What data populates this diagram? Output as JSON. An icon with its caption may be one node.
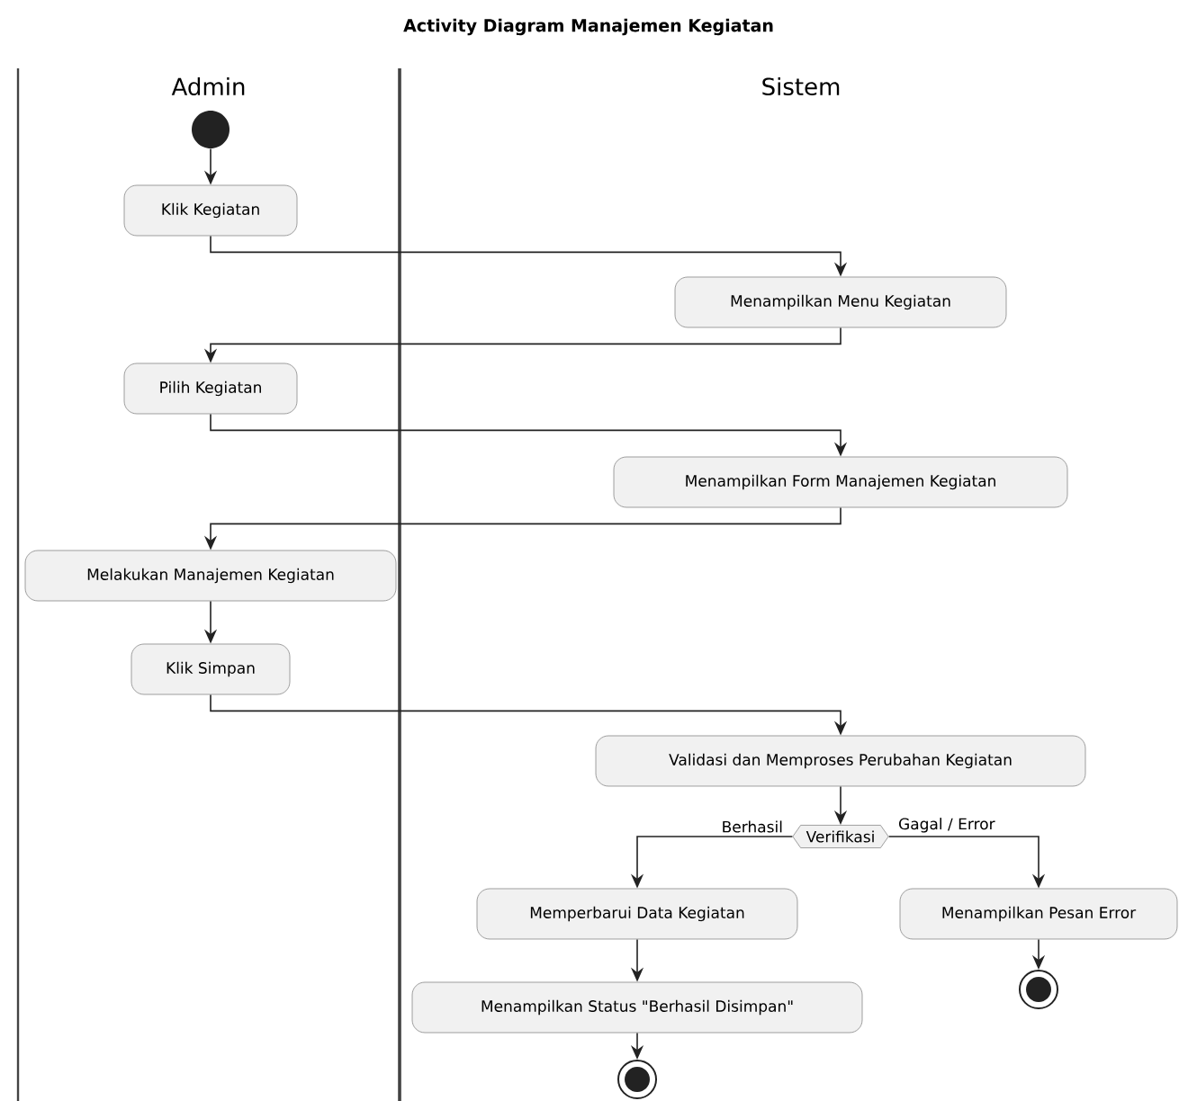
{
  "diagram": {
    "title": "Activity Diagram Manajemen Kegiatan",
    "nodes": [
      {
        "text": [],
        "shape": "circle"
      },
      {
        "text": [
          "Klik Kegiatan"
        ]
      },
      {
        "text": [
          "Menampilkan Menu Kegiatan"
        ]
      },
      {
        "text": [
          "Pilih Kegiatan"
        ]
      },
      {
        "text": [
          "Menampilkan Form Manajemen Kegiatan"
        ]
      },
      {
        "text": [
          "Melakukan Manajemen Kegiatan"
        ]
      },
      {
        "text": [
          "Klik Simpan"
        ]
      },
      {
        "text": [
          "Validasi dan Memproses Perubahan Kegiatan"
        ]
      },
      {
        "text": [
          "Verifikasi"
        ]
      },
      {
        "text": [
          "Memperbarui Data Kegiatan"
        ]
      },
      {
        "text": [
          "Menampilkan Pesan Error"
        ]
      },
      {
        "text": [
          "Menampilkan Status \"Berhasil Disimpan\""
        ]
      },
      {
        "text": [],
        "shape": "circle"
      },
      {
        "text": [],
        "shape": "circle"
      }
    ],
    "edges": [
      {
        "from": 0,
        "to": 1,
        "arrow": "to"
      },
      {
        "from": 1,
        "to": 2,
        "arrow": "to"
      },
      {
        "from": 2,
        "to": 3,
        "arrow": "to"
      },
      {
        "from": 3,
        "to": 4,
        "arrow": "to"
      },
      {
        "from": 4,
        "to": 5,
        "arrow": "to"
      },
      {
        "from": 5,
        "to": 6,
        "arrow": "to"
      },
      {
        "from": 6,
        "to": 7,
        "arrow": "to"
      },
      {
        "from": 7,
        "to": 8,
        "arrow": "to"
      },
      {
        "from": 8,
        "to": 9,
        "arrow": "to",
        "label": "Berhasil"
      },
      {
        "from": 8,
        "to": 10,
        "arrow": "to",
        "label": "Gagal / Error"
      },
      {
        "from": 9,
        "to": 11,
        "arrow": "to"
      },
      {
        "from": 11,
        "to": 12,
        "arrow": "to"
      },
      {
        "from": 10,
        "to": 13,
        "arrow": "to"
      }
    ],
    "labels": [
      "Admin",
      "Sistem"
    ]
  }
}
